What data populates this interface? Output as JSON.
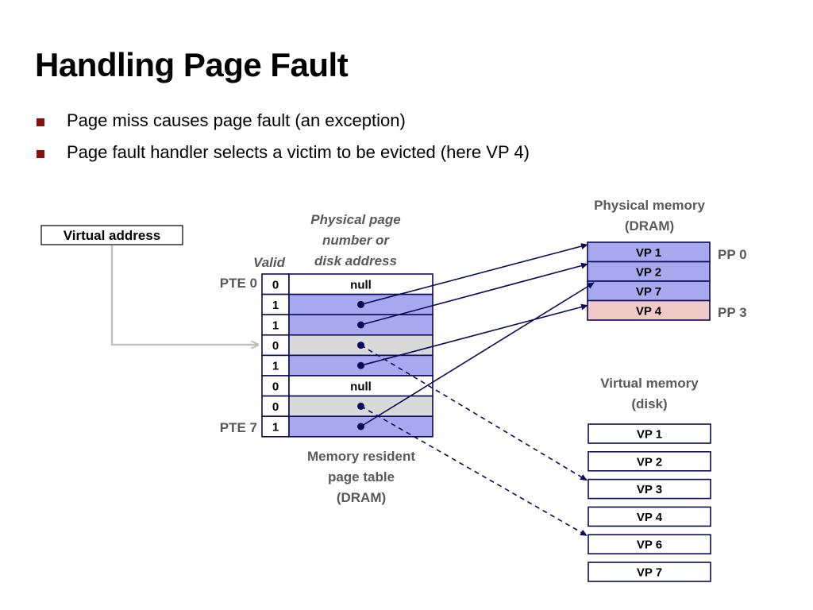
{
  "title": "Handling Page Fault",
  "bullets": [
    "Page miss causes page fault (an exception)",
    "Page fault handler selects a victim to be evicted (here VP 4)"
  ],
  "virtual_address_label": "Virtual address",
  "page_table": {
    "header_line1": "Physical page",
    "header_line2": "number or",
    "header_line3": "disk address",
    "valid_header": "Valid",
    "pte0_label": "PTE 0",
    "pte7_label": "PTE 7",
    "caption_line1": "Memory resident",
    "caption_line2": "page table",
    "caption_line3": "(DRAM)",
    "rows": [
      {
        "valid": "0",
        "entry": "null",
        "kind": "null"
      },
      {
        "valid": "1",
        "entry": "",
        "kind": "resident"
      },
      {
        "valid": "1",
        "entry": "",
        "kind": "resident"
      },
      {
        "valid": "0",
        "entry": "",
        "kind": "disk"
      },
      {
        "valid": "1",
        "entry": "",
        "kind": "resident"
      },
      {
        "valid": "0",
        "entry": "null",
        "kind": "null"
      },
      {
        "valid": "0",
        "entry": "",
        "kind": "disk"
      },
      {
        "valid": "1",
        "entry": "",
        "kind": "resident"
      }
    ]
  },
  "physical_memory": {
    "title_line1": "Physical memory",
    "title_line2": "(DRAM)",
    "pages": [
      "VP 1",
      "VP 2",
      "VP 7",
      "VP 4"
    ],
    "pp0_label": "PP 0",
    "pp3_label": "PP 3"
  },
  "virtual_memory": {
    "title_line1": "Virtual memory",
    "title_line2": "(disk)",
    "pages": [
      "VP 1",
      "VP 2",
      "VP 3",
      "VP 4",
      "VP 6",
      "VP 7"
    ]
  },
  "colors": {
    "resident_fill": "#a8a8ee",
    "disk_fill": "#d9d9d9",
    "victim_fill": "#f0c8c8",
    "line": "#0a0a5a",
    "bullet": "#8b0e0e"
  }
}
